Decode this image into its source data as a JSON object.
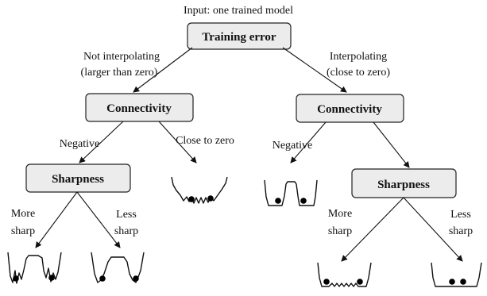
{
  "title": "Input: one trained model",
  "nodes": {
    "training_error": "Training error",
    "connectivity_left": "Connectivity",
    "connectivity_right": "Connectivity",
    "sharpness_left": "Sharpness",
    "sharpness_right": "Sharpness"
  },
  "edges": {
    "not_interpolating_line1": "Not interpolating",
    "not_interpolating_line2": "(larger than zero)",
    "interpolating_line1": "Interpolating",
    "interpolating_line2": "(close to zero)",
    "negative_left": "Negative",
    "close_to_zero": "Close to zero",
    "negative_right": "Negative",
    "more_sharp_left_line1": "More",
    "more_sharp_left_line2": "sharp",
    "less_sharp_left_line1": "Less",
    "less_sharp_left_line2": "sharp",
    "more_sharp_right_line1": "More",
    "more_sharp_right_line2": "sharp",
    "less_sharp_right_line1": "Less",
    "less_sharp_right_line2": "sharp"
  },
  "icons": [
    "sharp-jagged-basins-icon",
    "sharp-basins-icon",
    "wide-wavy-basin-icon",
    "two-separate-basins-icon",
    "flat-wavy-basin-icon",
    "flat-smooth-basin-icon"
  ]
}
